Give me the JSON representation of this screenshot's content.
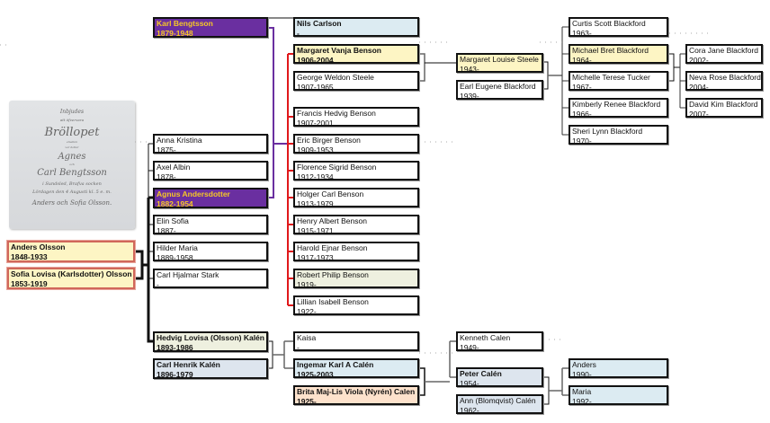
{
  "colors": {
    "purple": "#6a2fa0",
    "purple_text": "#f7c826",
    "red_line": "#e0181b",
    "gray_line": "#666666"
  },
  "invitation_image": {
    "lines": [
      "Inbjudes",
      "att öfvervara",
      "Bröllopet",
      "emellan",
      "var dotter",
      "Agnes",
      "och",
      "Carl Bengtsson",
      "i Sundsled, Brafva socken",
      "Lördagen den 4 Augusti kl. 5 e. m.",
      "Anders och Sofia Olsson."
    ]
  },
  "people": [
    {
      "id": "anders_olsson",
      "name": "Anders Olsson",
      "dates": "1848-1933",
      "style": "root"
    },
    {
      "id": "sofia",
      "name": "Sofia Lovisa (Karlsdotter) Olsson",
      "dates": "1853-1919",
      "style": "root"
    },
    {
      "id": "karl",
      "name": "Karl Bengtsson",
      "dates": "1879-1948",
      "style": "purple"
    },
    {
      "id": "anna",
      "name": "Anna Kristina",
      "dates": "1875-",
      "style": "plain"
    },
    {
      "id": "axel",
      "name": "Axel Albin",
      "dates": "1878-",
      "style": "plain"
    },
    {
      "id": "agnus",
      "name": "Agnus Andersdotter",
      "dates": "1882-1954",
      "style": "purple"
    },
    {
      "id": "elin",
      "name": "Elin Sofia",
      "dates": "1887-",
      "style": "plain"
    },
    {
      "id": "hilder",
      "name": "Hilder Maria",
      "dates": "1889-1958",
      "style": "plain"
    },
    {
      "id": "stark",
      "name": "Carl Hjalmar Stark",
      "dates": "-",
      "style": "plain"
    },
    {
      "id": "hedvig",
      "name": "Hedvig Lovisa (Olsson) Kalén",
      "dates": "1893-1986",
      "style": "green bold"
    },
    {
      "id": "carlhenrik",
      "name": "Carl Henrik Kalén",
      "dates": "1896-1979",
      "style": "steel bold"
    },
    {
      "id": "nils",
      "name": "Nils Carlson",
      "dates": "-",
      "style": "blue bold"
    },
    {
      "id": "margaret",
      "name": "Margaret Vanja Benson",
      "dates": "1906-2004",
      "style": "yellow bold"
    },
    {
      "id": "george",
      "name": "George Weldon Steele",
      "dates": "1907-1965",
      "style": "plain"
    },
    {
      "id": "francis",
      "name": "Francis Hedvig Benson",
      "dates": "1907-2001",
      "style": "plain"
    },
    {
      "id": "eric",
      "name": "Eric Birger Benson",
      "dates": "1909-1953",
      "style": "plain"
    },
    {
      "id": "florence",
      "name": "Florence Sigrid Benson",
      "dates": "1912-1934",
      "style": "plain"
    },
    {
      "id": "holger",
      "name": "Holger Carl Benson",
      "dates": "1913-1979",
      "style": "plain"
    },
    {
      "id": "henry",
      "name": "Henry Albert Benson",
      "dates": "1915-1971",
      "style": "plain"
    },
    {
      "id": "harold",
      "name": "Harold Ejnar Benson",
      "dates": "1917-1973",
      "style": "plain"
    },
    {
      "id": "robert",
      "name": "Robert Philip Benson",
      "dates": "1919-",
      "style": "green"
    },
    {
      "id": "lillian",
      "name": "Lillian Isabell Benson",
      "dates": "1922-",
      "style": "plain"
    },
    {
      "id": "kaisa",
      "name": "Kaisa",
      "dates": "-",
      "style": "plain"
    },
    {
      "id": "ingemar",
      "name": "Ingemar Karl A Calén",
      "dates": "1925-2003",
      "style": "blue bold"
    },
    {
      "id": "brita",
      "name": "Brita Maj-Lis Viola (Nyrén) Calen",
      "dates": "1925-",
      "style": "peach bold"
    },
    {
      "id": "mlouise",
      "name": "Margaret Louise Steele",
      "dates": "1943-",
      "style": "yellow"
    },
    {
      "id": "earl",
      "name": "Earl Eugene Blackford",
      "dates": "1939-",
      "style": "plain"
    },
    {
      "id": "kenneth",
      "name": "Kenneth Calen",
      "dates": "1949-",
      "style": "plain"
    },
    {
      "id": "peter",
      "name": "Peter Calén",
      "dates": "1954-",
      "style": "steel bold-name"
    },
    {
      "id": "ann",
      "name": "Ann (Blomqvist) Calén",
      "dates": "1962-",
      "style": "steel"
    },
    {
      "id": "curtis",
      "name": "Curtis Scott Blackford",
      "dates": "1963-",
      "style": "plain"
    },
    {
      "id": "michael",
      "name": "Michael Bret Blackford",
      "dates": "1964-",
      "style": "yellow"
    },
    {
      "id": "michelle",
      "name": "Michelle Terese Tucker",
      "dates": "1967-",
      "style": "plain"
    },
    {
      "id": "kimberly",
      "name": "Kimberly Renee  Blackford",
      "dates": "1966-",
      "style": "plain"
    },
    {
      "id": "sheri",
      "name": "Sheri Lynn Blackford",
      "dates": "1970-",
      "style": "plain"
    },
    {
      "id": "anders2",
      "name": "Anders",
      "dates": "1990-",
      "style": "blue"
    },
    {
      "id": "maria",
      "name": "Maria",
      "dates": "1992-",
      "style": "blue"
    },
    {
      "id": "cora",
      "name": "Cora Jane Blackford",
      "dates": "2002-",
      "style": "plain"
    },
    {
      "id": "neva",
      "name": "Neva Rose Blackford",
      "dates": "2004-",
      "style": "plain"
    },
    {
      "id": "david",
      "name": "David Kim Blackford",
      "dates": "2007-",
      "style": "plain"
    }
  ]
}
